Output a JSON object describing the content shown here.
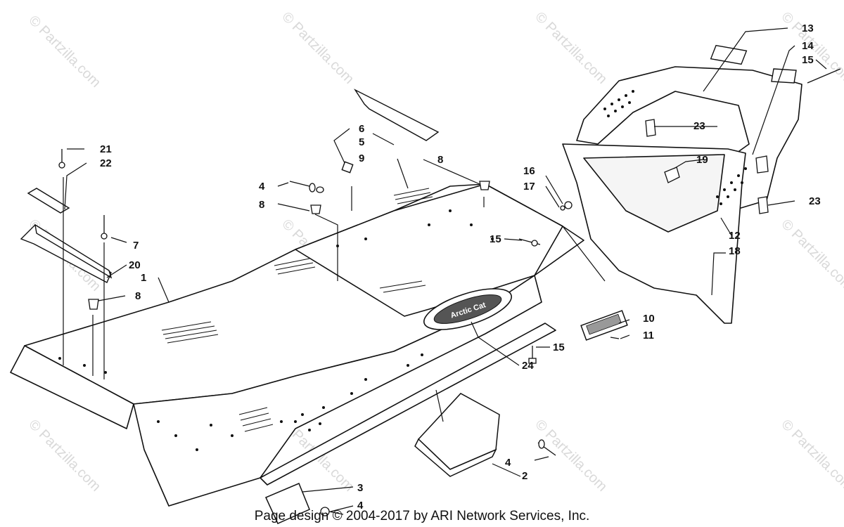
{
  "watermark": "© Partzilla.com",
  "footer": "Page design © 2004-2017 by ARI Network Services, Inc.",
  "callouts": [
    "1",
    "2",
    "3",
    "4",
    "4",
    "4",
    "5",
    "6",
    "7",
    "8",
    "8",
    "8",
    "9",
    "10",
    "11",
    "12",
    "13",
    "14",
    "15",
    "15",
    "15",
    "16",
    "17",
    "18",
    "19",
    "20",
    "21",
    "22",
    "23",
    "23",
    "24"
  ],
  "brand_emblem": "Arctic Cat",
  "colors": {
    "line": "#111111",
    "watermark": "#d9d9d9",
    "background": "#ffffff"
  }
}
